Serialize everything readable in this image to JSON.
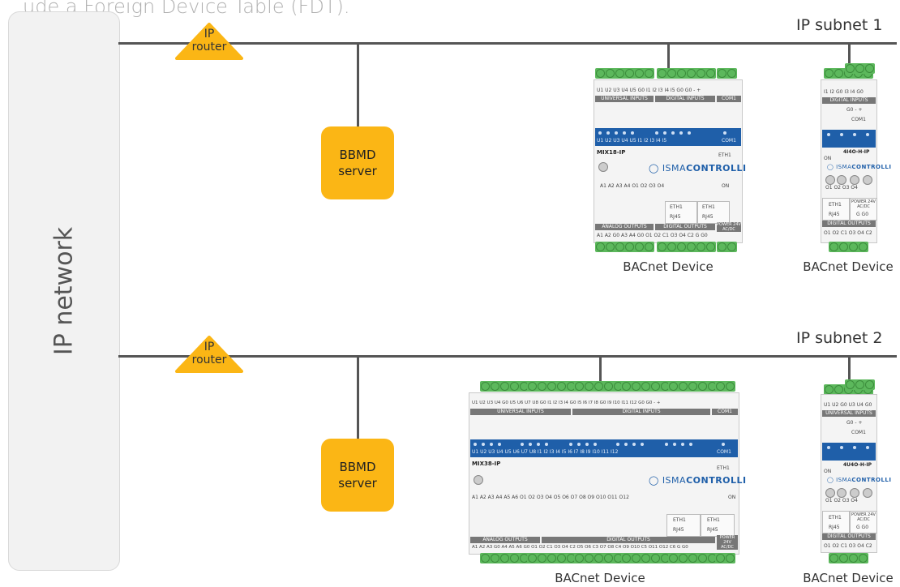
{
  "intro_text": "ude a Foreign Device Table (FDT).",
  "ip_network_label": "IP network",
  "subnet1": {
    "label": "IP subnet 1",
    "router": {
      "line1": "IP",
      "line2": "router"
    },
    "bbmd": {
      "line1": "BBMD",
      "line2": "server"
    },
    "device_large": {
      "model": "MIX18-IP",
      "brand_prefix": "ISMA",
      "brand": "CONTROLLI",
      "label": "BACnet Device",
      "top_band_left": "UNIVERSAL INPUTS",
      "top_band_mid": "DIGITAL INPUTS",
      "top_band_right": "COM1",
      "bottom_band_left": "ANALOG OUTPUTS",
      "bottom_band_mid": "DIGITAL OUTPUTS",
      "bottom_band_right": "POWER 24V AC/DC",
      "top_terms": "U1 U2 U3 U4 U5 G0  I1  I2  I3  I4  I5  G0 G0  -  +",
      "bottom_terms": "A1  A2  G0  A3  A4  G0  O1  O2  C1  O3  O4  C2   G   G0",
      "led_row": "U1 U2 U3 U4 U5     I1  I2  I3  I4  I5",
      "out_row": "A1  A2     A3  A4     O1  O2     O3  O4",
      "eth_left": "ETH1",
      "eth_right": "ETH1",
      "rj45": "RJ45",
      "com1": "COM1",
      "on": "ON"
    },
    "device_small": {
      "model": "4I4O-H-IP",
      "brand_prefix": "ISMA",
      "brand": "CONTROLLI",
      "label": "BACnet Device",
      "top_terms": "I1  I2  G0  I3  I4  G0",
      "top_band": "DIGITAL INPUTS",
      "com_terms": "G0   -   +",
      "com1": "COM1",
      "bottom_band": "DIGITAL OUTPUTS",
      "bottom_terms": "O1 O2  C1  O3  O4  C2",
      "eth": "ETH1",
      "rj45": "RJ45",
      "power": "POWER 24V AC/DC",
      "g": "G  G0",
      "on": "ON",
      "outs": "O1  O2  O3  O4"
    }
  },
  "subnet2": {
    "label": "IP subnet 2",
    "router": {
      "line1": "IP",
      "line2": "router"
    },
    "bbmd": {
      "line1": "BBMD",
      "line2": "server"
    },
    "device_large": {
      "model": "MIX38-IP",
      "brand_prefix": "ISMA",
      "brand": "CONTROLLI",
      "label": "BACnet Device",
      "top_band_left": "UNIVERSAL INPUTS",
      "top_band_mid": "DIGITAL INPUTS",
      "top_band_right": "COM1",
      "bottom_band_left": "ANALOG OUTPUTS",
      "bottom_band_mid": "DIGITAL OUTPUTS",
      "bottom_band_right": "POWER 24V AC/DC",
      "top_terms": "U1 U2 U3 U4 G0 U5 U6 U7 U8 G0  I1  I2  I3  I4 G0  I5  I6  I7  I8 G0  I9 I10 I11 I12 G0  G0  -  +",
      "bottom_terms": "A1 A2 A3 G0 A4 A5 A6 G0 O1 O2 C1 O3 O4 C2 O5 O6 C3 O7 O8 C4 O9 O10 C5 O11 O12 C6  G  G0",
      "led_row": "U1 U2 U3 U4     U5 U6 U7 U8     I1  I2  I3  I4     I5  I6  I7  I8     I9 I10 I11 I12",
      "out_row": "A1  A2  A3     A4  A5  A6     O1  O2     O3  O4     O5  O6     O7  O8     O9 O10     O11 O12",
      "eth_left": "ETH1",
      "eth_right": "ETH1",
      "rj45": "RJ45",
      "com1": "COM1",
      "on": "ON"
    },
    "device_small": {
      "model": "4U4O-H-IP",
      "brand_prefix": "ISMA",
      "brand": "CONTROLLI",
      "label": "BACnet Device",
      "top_terms": "U1 U2 G0 U3 U4 G0",
      "top_band": "UNIVERSAL INPUTS",
      "com_terms": "G0   -   +",
      "com1": "COM1",
      "bottom_band": "DIGITAL OUTPUTS",
      "bottom_terms": "O1 O2  C1  O3  O4  C2",
      "eth": "ETH1",
      "rj45": "RJ45",
      "power": "POWER 24V AC/DC",
      "g": "G  G0",
      "on": "ON",
      "outs": "O1  O2  O3  O4"
    }
  },
  "colors": {
    "bbmd": "#fbb615",
    "router": "#fbb615",
    "bus": "#555555",
    "panel": "#1f5fa9",
    "terminal": "#5cb85c"
  }
}
